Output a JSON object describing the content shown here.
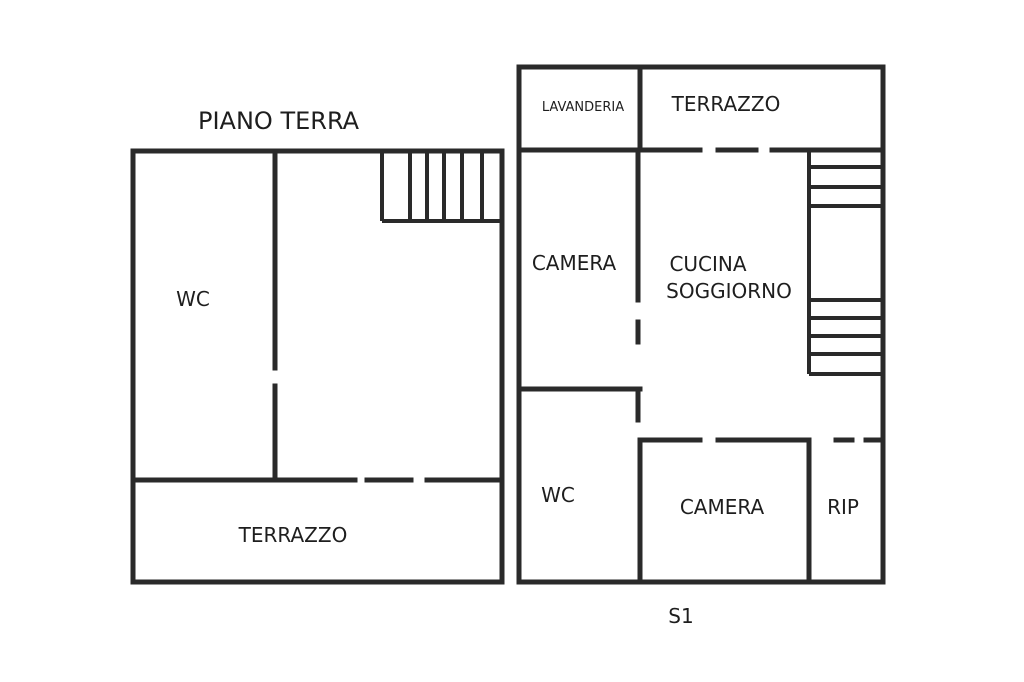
{
  "floor_title": "PIANO TERRA",
  "level_label": "S1",
  "ground_floor": {
    "wc": "WC",
    "terrace": "TERRAZZO"
  },
  "basement": {
    "laundry": "LAVANDERIA",
    "terrace": "TERRAZZO",
    "bedroom_1": "CAMERA",
    "kitchen": "CUCINA",
    "living": "SOGGIORNO",
    "wc": "WC",
    "bedroom_2": "CAMERA",
    "storage": "RIP"
  }
}
